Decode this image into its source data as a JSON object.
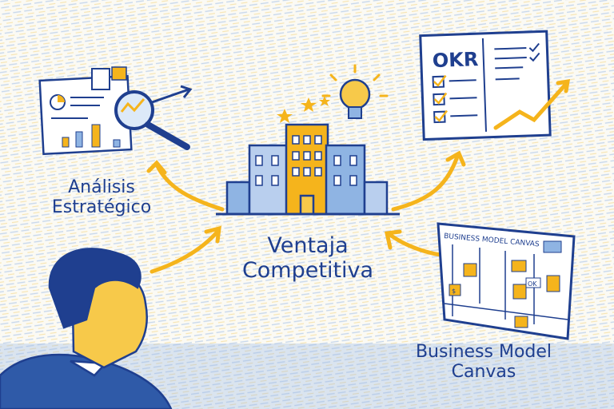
{
  "labels": {
    "analysis_line1": "Análisis",
    "analysis_line2": "Estratégico",
    "center_line1": "Ventaja",
    "center_line2": "Competitiva",
    "bmc_line1": "Business Model",
    "bmc_line2": "Canvas"
  },
  "okr_board": {
    "title": "OKR"
  },
  "canvas_board": {
    "title": "BUSINESS MODEL CANVAS",
    "note_ok": "OK",
    "note_dollar": "$"
  },
  "colors": {
    "ink": "#1f3f8f",
    "accent": "#f5b41c",
    "paper": "#fbfaf4",
    "sky": "#8fb4e3"
  }
}
